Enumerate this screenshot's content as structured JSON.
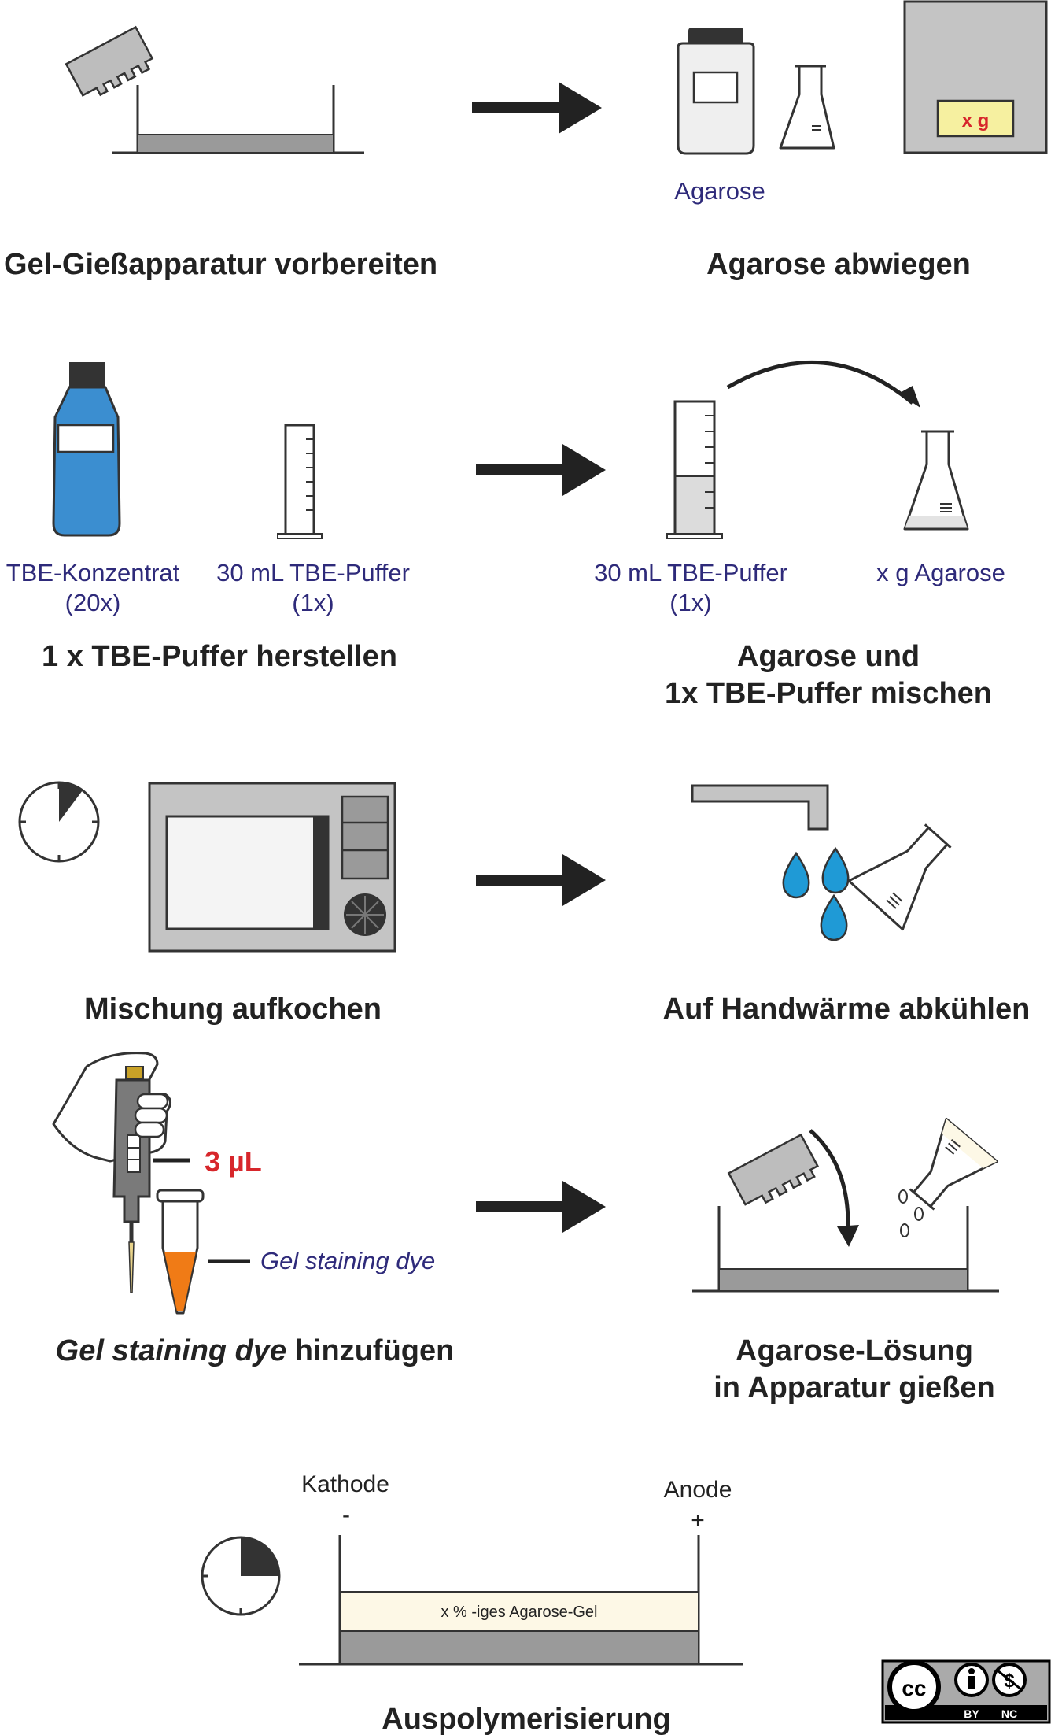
{
  "colors": {
    "label_blue": "#2e2a7a",
    "caption": "#222222",
    "highlight_red": "#d7262b",
    "bottle_blue": "#3b8ed0",
    "drop_blue": "#1f9ad6",
    "dye_orange": "#f07b16",
    "gel_gray": "#9a9a9a",
    "gel_cream": "#fdf8e6",
    "scale_display": "#f6f0a0"
  },
  "steps": {
    "s1": {
      "caption": "Gel-Gießapparatur vorbereiten"
    },
    "s2": {
      "caption": "Agarose abwiegen",
      "jar_label": "Agarose",
      "scale_display": "x g"
    },
    "s3": {
      "caption": "1 x TBE-Puffer herstellen",
      "bottle_label_1": "TBE-Konzentrat",
      "bottle_label_2": "(20x)",
      "cylinder_label_1": "30 mL TBE-Puffer",
      "cylinder_label_2": "(1x)"
    },
    "s4": {
      "caption_1": "Agarose und",
      "caption_2": "1x TBE-Puffer mischen",
      "cylinder_label_1": "30 mL TBE-Puffer",
      "cylinder_label_2": "(1x)",
      "flask_label": "x g Agarose"
    },
    "s5": {
      "caption": "Mischung aufkochen"
    },
    "s6": {
      "caption": "Auf Handwärme abkühlen"
    },
    "s7": {
      "caption_italic": "Gel staining dye",
      "caption_rest": " hinzufügen",
      "volume": "3 µL",
      "tube_label": "Gel staining dye"
    },
    "s8": {
      "caption_1": "Agarose-Lösung",
      "caption_2": "in Apparatur gießen"
    },
    "s9": {
      "caption": "Auspolymerisierung",
      "cathode": "Kathode",
      "cathode_sign": "-",
      "anode": "Anode",
      "anode_sign": "+",
      "gel_label": "x % -iges Agarose-Gel"
    }
  },
  "license": {
    "by": "BY",
    "nc": "NC"
  }
}
